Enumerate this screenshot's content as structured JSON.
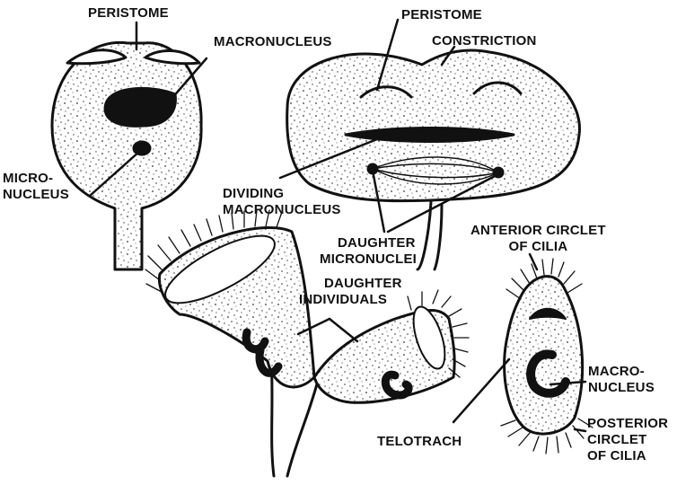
{
  "colors": {
    "ink": "#111111",
    "paper": "#ffffff"
  },
  "labels": {
    "peristome_left": "PERISTOME",
    "macronucleus_top": "MACRONUCLEUS",
    "micro_nucleus": [
      "MICRO-",
      "NUCLEUS"
    ],
    "peristome_right": "PERISTOME",
    "constriction": "CONSTRICTION",
    "dividing_macronucleus": [
      "DIVIDING",
      "MACRONUCLEUS"
    ],
    "daughter_micronuclei": [
      "DAUGHTER",
      "MICRONUCLEI"
    ],
    "anterior_circlet": [
      "ANTERIOR CIRCLET",
      "OF CILIA"
    ],
    "daughter_individuals": [
      "DAUGHTER",
      "INDIVIDUALS"
    ],
    "macro_nucleus": [
      "MACRO-",
      "NUCLEUS"
    ],
    "telotrach": "TELOTRACH",
    "posterior_circlet": [
      "POSTERIOR",
      "CIRCLET",
      "OF CILIA"
    ]
  }
}
